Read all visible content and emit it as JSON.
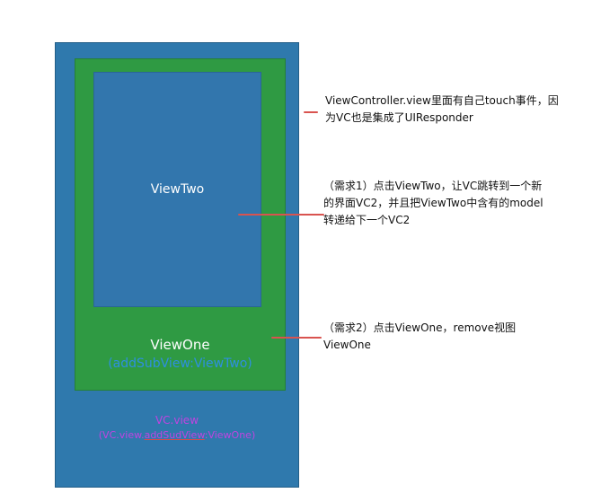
{
  "diagram": {
    "view_two_label": "ViewTwo",
    "view_one_label": "ViewOne",
    "view_one_sublabel": "(addSubView:ViewTwo)",
    "vc_view_label": "VC.view",
    "vc_view_sub_prefix": "(VC.view.",
    "vc_view_sub_underlined": "addSudView",
    "vc_view_sub_suffix": ":ViewOne)"
  },
  "notes": [
    {
      "text": "ViewController.view里面有自己touch事件，因为VC也是集成了UIResponder"
    },
    {
      "text": "（需求1）点击ViewTwo，让VC跳转到一个新的界面VC2，并且把ViewTwo中含有的model转递给下一个VC2"
    },
    {
      "text": "（需求2）点击ViewOne，remove视图ViewOne"
    }
  ],
  "colors": {
    "vc_view_fill": "#2f79ad",
    "view_one_fill": "#2f9a43",
    "view_two_fill": "#3276ad",
    "annotation_marker": "#d9534f",
    "vc_label_text": "#c044e0"
  }
}
